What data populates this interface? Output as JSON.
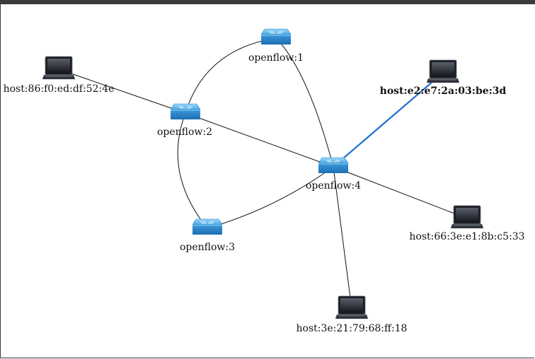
{
  "topology": {
    "switches": [
      {
        "id": "s1",
        "label": "openflow:1"
      },
      {
        "id": "s2",
        "label": "openflow:2"
      },
      {
        "id": "s3",
        "label": "openflow:3"
      },
      {
        "id": "s4",
        "label": "openflow:4"
      }
    ],
    "hosts": [
      {
        "id": "h1",
        "label": "host:86:f0:ed:df:52:4e",
        "selected": false
      },
      {
        "id": "h2",
        "label": "host:e2:e7:2a:03:be:3d",
        "selected": true
      },
      {
        "id": "h3",
        "label": "host:66:3e:e1:8b:c5:33",
        "selected": false
      },
      {
        "id": "h4",
        "label": "host:3e:21:79:68:ff:18",
        "selected": false
      }
    ],
    "links": [
      {
        "from": "s1",
        "to": "s2",
        "curved": true,
        "selected": false
      },
      {
        "from": "s1",
        "to": "s4",
        "curved": true,
        "selected": false
      },
      {
        "from": "s2",
        "to": "s3",
        "curved": true,
        "selected": false
      },
      {
        "from": "s3",
        "to": "s4",
        "curved": true,
        "selected": false
      },
      {
        "from": "s2",
        "to": "s4",
        "curved": false,
        "selected": false
      },
      {
        "from": "h1",
        "to": "s2",
        "curved": false,
        "selected": false
      },
      {
        "from": "h2",
        "to": "s4",
        "curved": false,
        "selected": true
      },
      {
        "from": "h3",
        "to": "s4",
        "curved": false,
        "selected": false
      },
      {
        "from": "h4",
        "to": "s4",
        "curved": false,
        "selected": false
      }
    ],
    "colors": {
      "link": "#111111",
      "selected_link": "#1f6fd1",
      "switch_top": "#6cc0ef",
      "switch_side": "#2a86cc",
      "host_body": "#2b2f3a"
    }
  }
}
